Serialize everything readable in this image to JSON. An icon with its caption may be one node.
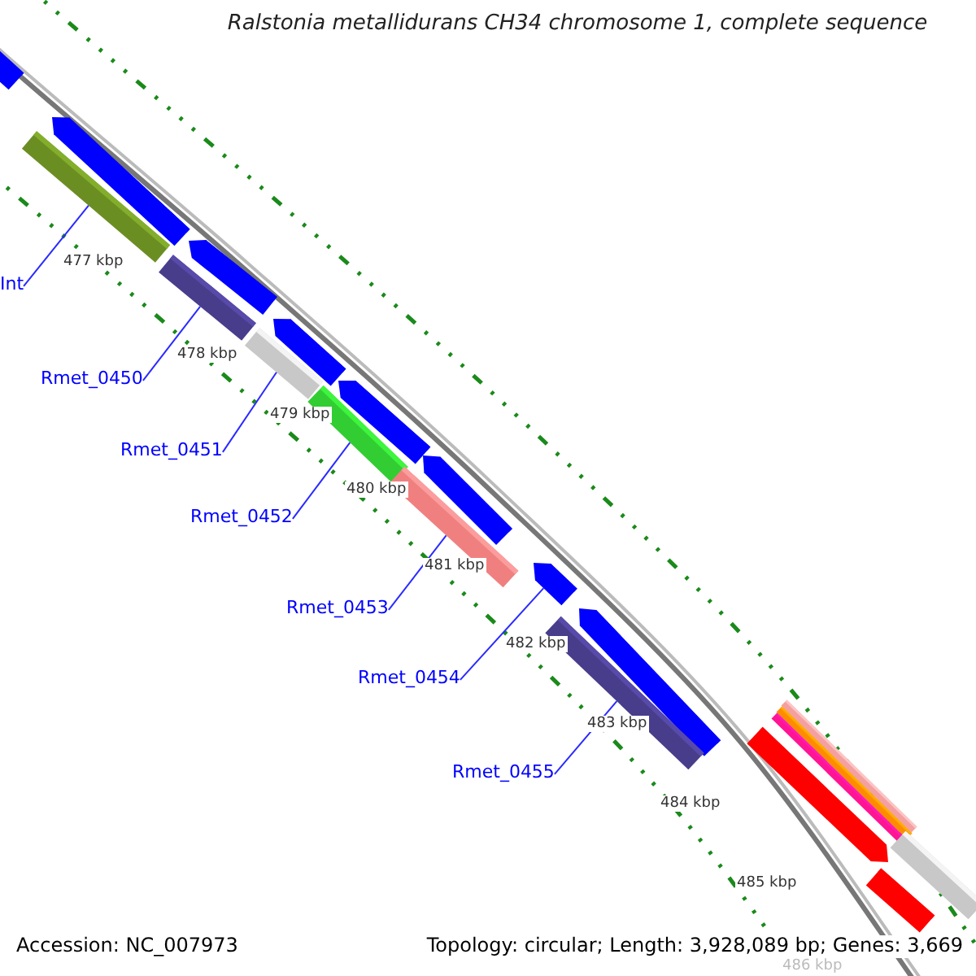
{
  "diagram": {
    "title": "Ralstonia metallidurans CH34 chromosome 1, complete sequence",
    "nodes": [
      {
        "text": [],
        "shape": "bar"
      },
      {
        "text": [],
        "shape": "arrow"
      },
      {
        "text": [],
        "shape": "bar"
      },
      {
        "text": [],
        "shape": "arrow"
      },
      {
        "text": [],
        "shape": "bar"
      },
      {
        "text": [],
        "shape": "arrow"
      },
      {
        "text": [],
        "shape": "bar"
      },
      {
        "text": [],
        "shape": "arrow"
      },
      {
        "text": [],
        "shape": "bar"
      },
      {
        "text": [],
        "shape": "arrow"
      },
      {
        "text": [],
        "shape": "bar"
      },
      {
        "text": [],
        "shape": "arrow"
      },
      {
        "text": [],
        "shape": "arrow"
      },
      {
        "text": [],
        "shape": "bar"
      },
      {
        "text": [],
        "shape": "bar"
      },
      {
        "text": [],
        "shape": "bar"
      },
      {
        "text": [],
        "shape": "bar"
      },
      {
        "text": [],
        "shape": "arrow"
      },
      {
        "text": [],
        "shape": "bar"
      },
      {
        "text": [],
        "shape": "bar"
      },
      {
        "text": [
          "Int"
        ]
      },
      {
        "text": [
          "Rmet_0450"
        ]
      },
      {
        "text": [
          "Rmet_0451"
        ]
      },
      {
        "text": [
          "Rmet_0452"
        ]
      },
      {
        "text": [
          "Rmet_0453"
        ]
      },
      {
        "text": [
          "Rmet_0454"
        ]
      },
      {
        "text": [
          "Rmet_0455"
        ]
      }
    ],
    "edges": [
      {
        "from": 20,
        "to": 2,
        "arrow": "none"
      },
      {
        "from": 21,
        "to": 4,
        "arrow": "none"
      },
      {
        "from": 22,
        "to": 6,
        "arrow": "none"
      },
      {
        "from": 23,
        "to": 8,
        "arrow": "none"
      },
      {
        "from": 24,
        "to": 10,
        "arrow": "none"
      },
      {
        "from": 25,
        "to": 11,
        "arrow": "none"
      },
      {
        "from": 26,
        "to": 13,
        "arrow": "none"
      }
    ],
    "labels": [
      "477 kbp",
      "478 kbp",
      "479 kbp",
      "480 kbp",
      "481 kbp",
      "482 kbp",
      "483 kbp",
      "484 kbp",
      "485 kbp",
      "486 kbp",
      "Accession: NC_007973",
      "Topology: circular; Length: 3,928,089 bp; Genes: 3,669"
    ]
  }
}
